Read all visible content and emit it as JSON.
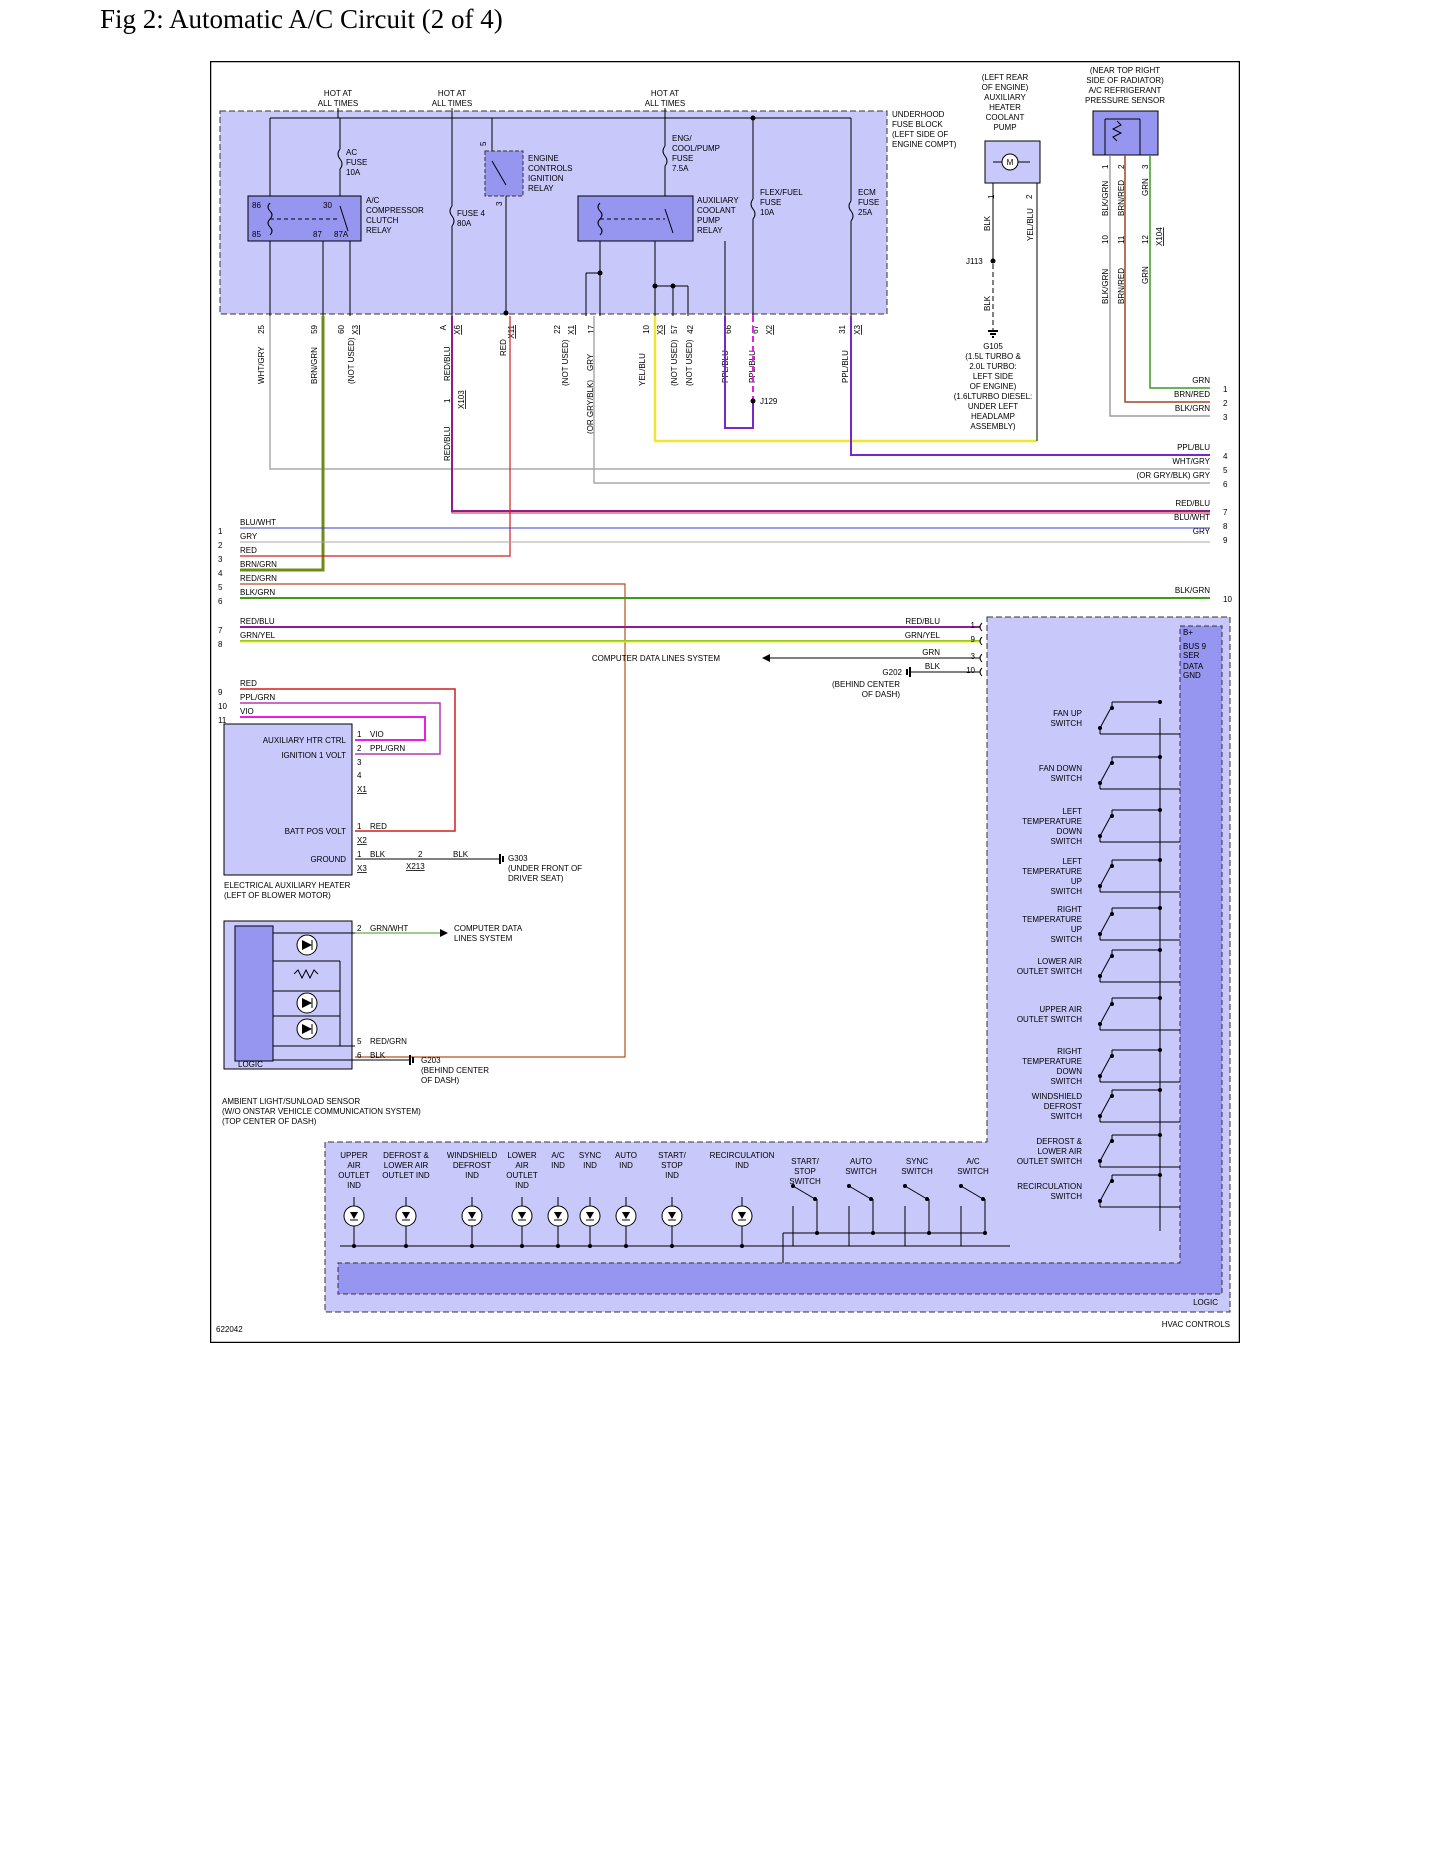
{
  "page": {
    "title": "Fig 2: Automatic A/C Circuit (2 of 4)"
  },
  "figure_id": "622042",
  "underhood": {
    "hot_label": [
      "HOT AT",
      "ALL TIMES"
    ],
    "block_label": [
      "UNDERHOOD",
      "FUSE BLOCK",
      "(LEFT SIDE OF",
      "ENGINE COMPT)"
    ],
    "ac_fuse": [
      "AC",
      "FUSE",
      "10A"
    ],
    "ac_relay": [
      "A/C",
      "COMPRESSOR",
      "CLUTCH",
      "RELAY"
    ],
    "relay_pins": [
      "86",
      "30",
      "85",
      "87",
      "87A"
    ],
    "fuse4": [
      "FUSE 4",
      "80A"
    ],
    "ecir": [
      "ENGINE",
      "CONTROLS",
      "IGNITION",
      "RELAY"
    ],
    "ecir_pins": [
      "5",
      "3"
    ],
    "eng_fuse": [
      "ENG/",
      "COOL/PUMP",
      "FUSE",
      "7.5A"
    ],
    "aux_relay": [
      "AUXILIARY",
      "COOLANT",
      "PUMP",
      "RELAY"
    ],
    "flex_fuse": [
      "FLEX/FUEL",
      "FUSE",
      "10A"
    ],
    "ecm_fuse": [
      "ECM",
      "FUSE",
      "25A"
    ],
    "bottom_pins": [
      "25",
      "59",
      "60",
      "X3",
      "A",
      "X6",
      "X11",
      "22",
      "X1",
      "17",
      "10",
      "X3",
      "57",
      "42",
      "66",
      "67",
      "X2",
      "31",
      "X3"
    ],
    "wires": [
      "WHT/GRY",
      "BRN/GRN",
      "(NOT USED)",
      "RED/BLU",
      "RED",
      "(NOT USED)",
      "(OR GRY/BLK)",
      "GRY",
      "YEL/BLU",
      "(NOT USED)",
      "(NOT USED)",
      "PPL/BLU",
      "PPL/BLU",
      "PPL/BLU"
    ],
    "x103": [
      "1",
      "X103"
    ],
    "redblu_lower": "RED/BLU",
    "j129": "J129"
  },
  "pump": {
    "location": [
      "(LEFT REAR",
      "OF ENGINE)",
      "AUXILIARY",
      "HEATER",
      "COOLANT",
      "PUMP"
    ],
    "pins": [
      "1",
      "2"
    ],
    "wires": [
      "BLK",
      "YEL/BLU",
      "BLK"
    ],
    "j113": "J113",
    "g105": [
      "G105",
      "(1.5L TURBO &",
      "2.0L TURBO:",
      "LEFT SIDE",
      "OF ENGINE)",
      "(1.6LTURBO DIESEL:",
      "UNDER LEFT",
      "HEADLAMP",
      "ASSEMBLY)"
    ]
  },
  "pressure": {
    "location": [
      "(NEAR TOP RIGHT",
      "SIDE OF RADIATOR)",
      "A/C REFRIGERANT",
      "PRESSURE SENSOR"
    ],
    "pins_top": [
      "1",
      "2",
      "3"
    ],
    "wires_top": [
      "BLK/GRN",
      "BRN/RED",
      "GRN"
    ],
    "pins_bottom": [
      "10",
      "11",
      "12"
    ],
    "x104": "X104",
    "wires_bottom": [
      "BLK/GRN",
      "BRN/RED",
      "GRN"
    ]
  },
  "right_list": {
    "rows": [
      {
        "label": "GRN",
        "num": "1"
      },
      {
        "label": "BRN/RED",
        "num": "2"
      },
      {
        "label": "BLK/GRN",
        "num": "3"
      },
      {
        "label": "PPL/BLU",
        "num": "4"
      },
      {
        "label": "WHT/GRY",
        "num": "5"
      },
      {
        "label": "(OR GRY/BLK)  GRY",
        "num": "6"
      },
      {
        "label": "RED/BLU",
        "num": "7"
      },
      {
        "label": "BLU/WHT",
        "num": "8"
      },
      {
        "label": "GRY",
        "num": "9"
      },
      {
        "label": "BLK/GRN",
        "num": "10"
      }
    ]
  },
  "left_list": {
    "rows": [
      {
        "num": "1",
        "label": "BLU/WHT"
      },
      {
        "num": "2",
        "label": "GRY"
      },
      {
        "num": "3",
        "label": "RED"
      },
      {
        "num": "4",
        "label": "BRN/GRN"
      },
      {
        "num": "5",
        "label": "RED/GRN"
      },
      {
        "num": "6",
        "label": "BLK/GRN"
      },
      {
        "num": "7",
        "label": "RED/BLU"
      },
      {
        "num": "8",
        "label": "GRN/YEL"
      },
      {
        "num": "9",
        "label": "RED"
      },
      {
        "num": "10",
        "label": "PPL/GRN"
      },
      {
        "num": "11",
        "label": "VIO"
      }
    ]
  },
  "hvac_inputs": {
    "rows": [
      {
        "wire": "RED/BLU",
        "pin": "1"
      },
      {
        "wire": "GRN/YEL",
        "pin": "9"
      },
      {
        "wire": "GRN",
        "pin": "3"
      },
      {
        "wire": "BLK",
        "pin": "10"
      }
    ],
    "cdl": "COMPUTER DATA LINES SYSTEM",
    "g202": [
      "G202",
      "(BEHIND CENTER",
      "OF DASH)"
    ],
    "module_pins": [
      "B+",
      "BUS 9",
      "SER",
      "DATA",
      "GND"
    ]
  },
  "heater": {
    "labels": [
      "AUXILIARY HTR CTRL",
      "IGNITION 1 VOLT",
      "BATT POS VOLT",
      "GROUND"
    ],
    "pins": [
      "1",
      "2",
      "3",
      "4",
      "X1",
      "1",
      "X2",
      "1",
      "X3"
    ],
    "wires": [
      "VIO",
      "PPL/GRN",
      "RED",
      "BLK",
      "BLK"
    ],
    "x213": [
      "2",
      "X213"
    ],
    "g303": [
      "G303",
      "(UNDER FRONT OF",
      "DRIVER SEAT)"
    ],
    "title": [
      "ELECTRICAL AUXILIARY HEATER",
      "(LEFT OF BLOWER MOTOR)"
    ]
  },
  "sensor": {
    "pins": [
      "2",
      "5",
      "6"
    ],
    "wires": [
      "GRN/WHT",
      "RED/GRN",
      "BLK"
    ],
    "cdl": [
      "COMPUTER DATA",
      "LINES SYSTEM"
    ],
    "logic": "LOGIC",
    "g203": [
      "G203",
      "(BEHIND CENTER",
      "OF DASH)"
    ],
    "title": [
      "AMBIENT LIGHT/SUNLOAD SENSOR",
      "(W/O ONSTAR VEHICLE COMMUNICATION SYSTEM)",
      "(TOP CENTER OF DASH)"
    ]
  },
  "switches": [
    [
      "FAN UP",
      "SWITCH"
    ],
    [
      "FAN DOWN",
      "SWITCH"
    ],
    [
      "LEFT",
      "TEMPERATURE",
      "DOWN",
      "SWITCH"
    ],
    [
      "LEFT",
      "TEMPERATURE",
      "UP",
      "SWITCH"
    ],
    [
      "RIGHT",
      "TEMPERATURE",
      "UP",
      "SWITCH"
    ],
    [
      "LOWER AIR",
      "OUTLET SWITCH"
    ],
    [
      "UPPER AIR",
      "OUTLET SWITCH"
    ],
    [
      "RIGHT",
      "TEMPERATURE",
      "DOWN",
      "SWITCH"
    ],
    [
      "WINDSHIELD",
      "DEFROST",
      "SWITCH"
    ],
    [
      "DEFROST &",
      "LOWER AIR",
      "OUTLET SWITCH"
    ],
    [
      "RECIRCULATION",
      "SWITCH"
    ]
  ],
  "indicators": [
    [
      "UPPER",
      "AIR",
      "OUTLET",
      "IND"
    ],
    [
      "DEFROST &",
      "LOWER AIR",
      "OUTLET IND"
    ],
    [
      "WINDSHIELD",
      "DEFROST",
      "IND"
    ],
    [
      "LOWER",
      "AIR",
      "OUTLET",
      "IND"
    ],
    [
      "A/C",
      "IND"
    ],
    [
      "SYNC",
      "IND"
    ],
    [
      "AUTO",
      "IND"
    ],
    [
      "START/",
      "STOP",
      "IND"
    ],
    [
      "RECIRCULATION",
      "IND"
    ]
  ],
  "bottom_switches": [
    [
      "START/",
      "STOP",
      "SWITCH"
    ],
    [
      "AUTO",
      "SWITCH"
    ],
    [
      "SYNC",
      "SWITCH"
    ],
    [
      "A/C",
      "SWITCH"
    ]
  ],
  "hvac": {
    "logic": "LOGIC",
    "title": "HVAC CONTROLS"
  },
  "colors": {
    "fill": "#c8c8fa",
    "dark_fill": "#9696f0",
    "purple": "#8c1e8c",
    "green": "#3c9b1e",
    "yellow": "#f0e632",
    "magenta": "#e61ee6",
    "violet": "#7828c8"
  }
}
